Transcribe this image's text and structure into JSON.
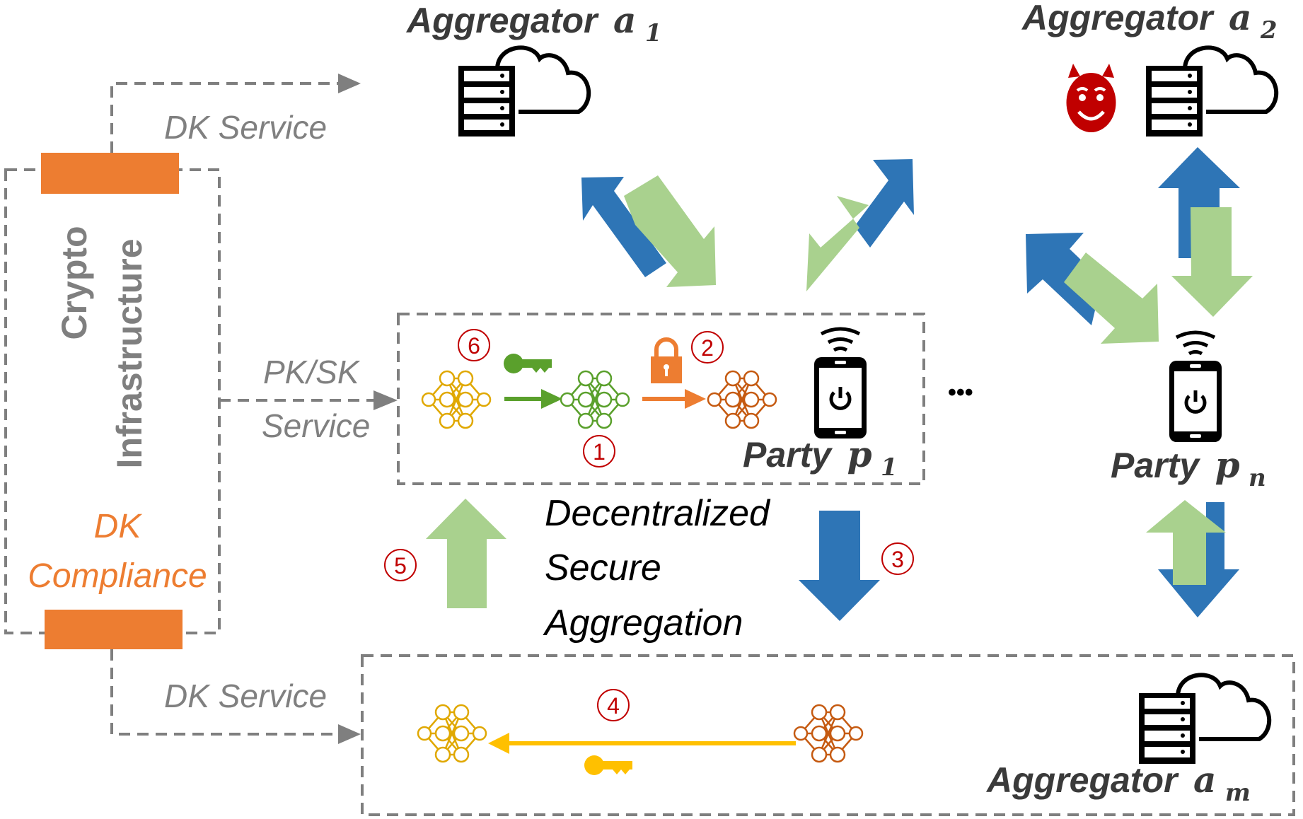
{
  "aggregators": [
    {
      "id": "a1",
      "label": "Aggregator",
      "sym": "a",
      "sub": "1",
      "malicious": false
    },
    {
      "id": "a2",
      "label": "Aggregator",
      "sym": "a",
      "sub": "2",
      "malicious": true
    },
    {
      "id": "am",
      "label": "Aggregator",
      "sym": "a",
      "sub": "m",
      "malicious": false
    }
  ],
  "parties": [
    {
      "id": "p1",
      "label": "Party",
      "sym": "p",
      "sub": "1"
    },
    {
      "id": "pn",
      "label": "Party",
      "sym": "p",
      "sub": "n"
    }
  ],
  "ellipsis": "•••",
  "crypto_infrastructure": {
    "line1": "Crypto",
    "line2": "Infrastructure",
    "compliance_line1": "DK",
    "compliance_line2": "Compliance"
  },
  "services": {
    "dk_top": "DK Service",
    "pksk_line1": "PK/SK",
    "pksk_line2": "Service",
    "dk_bottom": "DK Service"
  },
  "center_label": [
    "Decentralized",
    "Secure",
    "Aggregation"
  ],
  "steps": [
    "1",
    "2",
    "3",
    "4",
    "5",
    "6"
  ],
  "colors": {
    "orange": "#ed7d31",
    "blue_arrow": "#2e75b6",
    "green_arrow": "#a9d18e",
    "gray": "#7f7f7f",
    "red_step": "#c00000",
    "devil": "#c00000",
    "model_yellow": "#e0a800",
    "model_green": "#5aa02c",
    "model_orange": "#c55a11",
    "key_yellow": "#ffc000"
  },
  "icons": {
    "server": "server-cloud-icon",
    "phone": "smartphone-power-icon",
    "key": "key-icon",
    "lock": "padlock-icon",
    "devil": "devil-face-icon",
    "model": "neural-network-icon"
  }
}
